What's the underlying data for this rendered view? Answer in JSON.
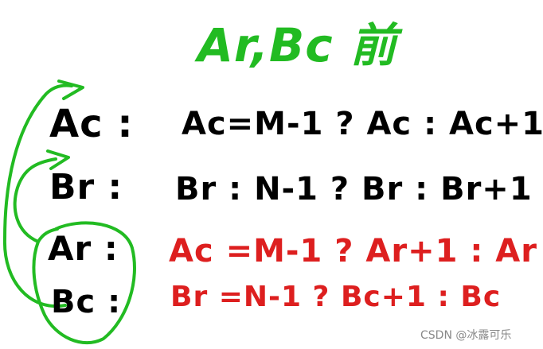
{
  "title": "Ar,Bc 前",
  "rows": [
    {
      "label": "Ac :",
      "expr": "Ac=M-1 ? Ac : Ac+1"
    },
    {
      "label": "Br :",
      "expr": "Br : N-1 ? Br : Br+1"
    },
    {
      "label": "Ar :",
      "expr": "Ac =M-1 ? Ar+1 : Ar"
    },
    {
      "label": "Bc :",
      "expr": "Br =N-1 ? Bc+1 : Bc"
    }
  ],
  "colors": {
    "title": "#22bb22",
    "arrows": "#22bb22",
    "ink": "#000000",
    "highlight": "#dd1f1f"
  },
  "watermark": "CSDN @冰露可乐"
}
